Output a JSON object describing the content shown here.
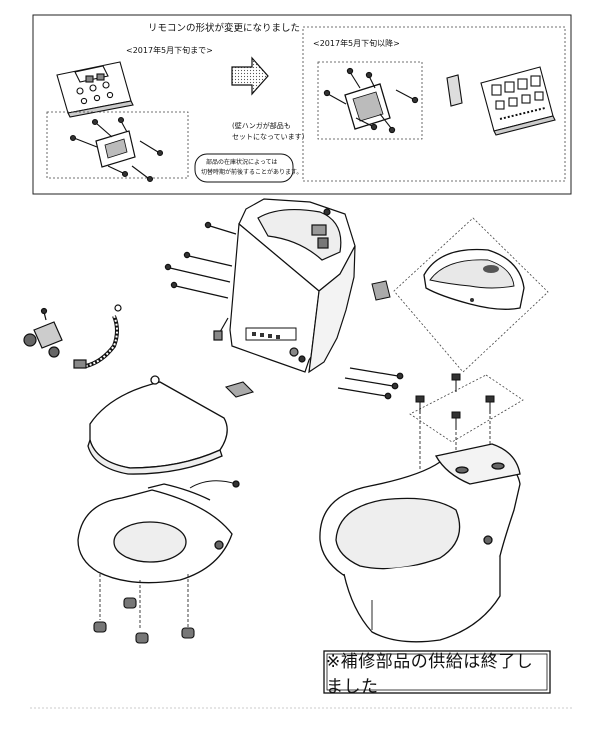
{
  "title_note": "リモコンの形状が変更になりました",
  "before": {
    "label": "<2017年5月下旬まで>"
  },
  "after": {
    "label": "<2017年5月下旬以降>"
  },
  "hanger_note": {
    "line1": "(壁ハンガが部品も",
    "line2": "セットになっています)"
  },
  "supply_note": {
    "line1": "部品の在庫状況によっては",
    "line2": "切替時期が前後することがあります。"
  },
  "footer_notice": "※補修部品の供給は終了しました"
}
